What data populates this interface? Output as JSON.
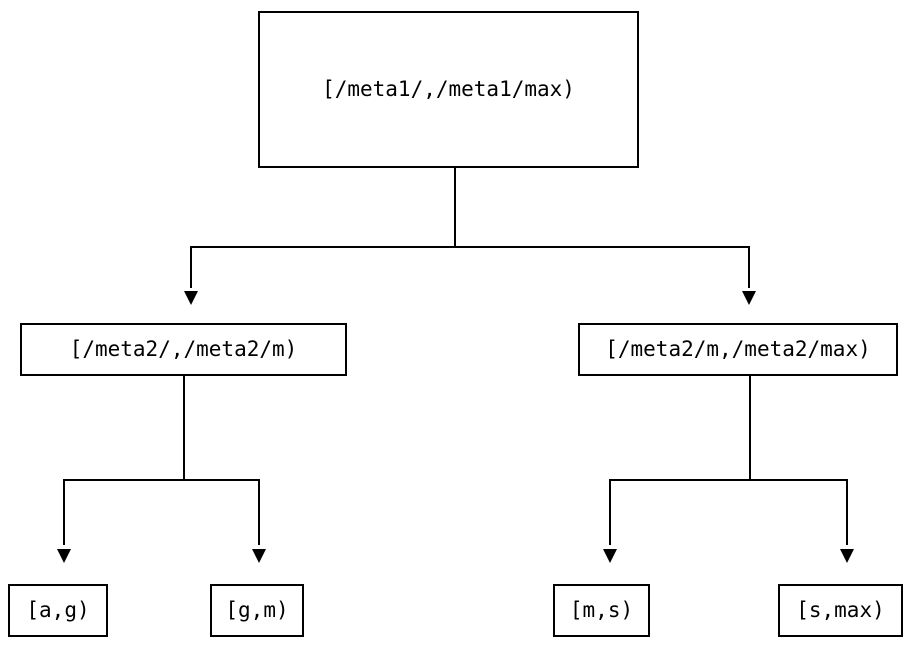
{
  "diagram": {
    "type": "tree",
    "title": "",
    "background_color": "#ffffff",
    "stroke_color": "#000000",
    "text_color": "#000000",
    "nodes": {
      "root": {
        "label": "[/meta1/,/meta1/max)"
      },
      "mid_left": {
        "label": "[/meta2/,/meta2/m)"
      },
      "mid_right": {
        "label": "[/meta2/m,/meta2/max)"
      },
      "leaf_ag": {
        "label": "[a,g)"
      },
      "leaf_gm": {
        "label": "[g,m)"
      },
      "leaf_ms": {
        "label": "[m,s)"
      },
      "leaf_smax": {
        "label": "[s,max)"
      }
    },
    "edges": [
      {
        "from": "root",
        "to": "mid_left",
        "arrow": "down-triangle"
      },
      {
        "from": "root",
        "to": "mid_right",
        "arrow": "down-triangle"
      },
      {
        "from": "mid_left",
        "to": "leaf_ag",
        "arrow": "down-triangle"
      },
      {
        "from": "mid_left",
        "to": "leaf_gm",
        "arrow": "down-triangle"
      },
      {
        "from": "mid_right",
        "to": "leaf_ms",
        "arrow": "down-triangle"
      },
      {
        "from": "mid_right",
        "to": "leaf_smax",
        "arrow": "down-triangle"
      }
    ]
  }
}
